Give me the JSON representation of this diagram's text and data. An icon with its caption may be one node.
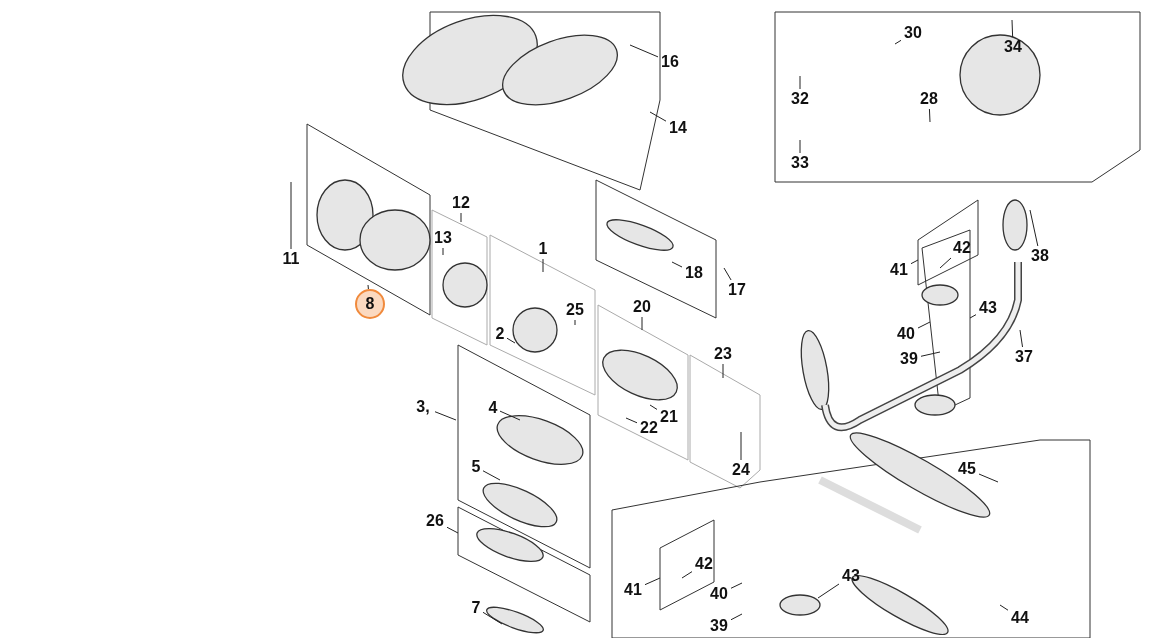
{
  "diagram": {
    "nodes": [
      {
        "text": [
          "16"
        ]
      },
      {
        "text": [
          "14"
        ]
      },
      {
        "text": [
          "30"
        ]
      },
      {
        "text": [
          "34"
        ]
      },
      {
        "text": [
          "32"
        ]
      },
      {
        "text": [
          "28"
        ]
      },
      {
        "text": [
          "33"
        ]
      },
      {
        "text": [
          "12"
        ]
      },
      {
        "text": [
          "11"
        ]
      },
      {
        "text": [
          "13"
        ]
      },
      {
        "text": [
          "1"
        ]
      },
      {
        "text": [
          "38"
        ]
      },
      {
        "text": [
          "41"
        ]
      },
      {
        "text": [
          "42"
        ]
      },
      {
        "text": [
          "18"
        ]
      },
      {
        "text": [
          "17"
        ]
      },
      {
        "text": [
          "8"
        ]
      },
      {
        "text": [
          "43"
        ]
      },
      {
        "text": [
          "20"
        ]
      },
      {
        "text": [
          "25"
        ]
      },
      {
        "text": [
          "2"
        ]
      },
      {
        "text": [
          "40"
        ]
      },
      {
        "text": [
          "39"
        ]
      },
      {
        "text": [
          "37"
        ]
      },
      {
        "text": [
          "23"
        ]
      },
      {
        "text": [
          "3,"
        ]
      },
      {
        "text": [
          "4"
        ]
      },
      {
        "text": [
          "21"
        ]
      },
      {
        "text": [
          "22"
        ]
      },
      {
        "text": [
          "24"
        ]
      },
      {
        "text": [
          "45"
        ]
      },
      {
        "text": [
          "5"
        ]
      },
      {
        "text": [
          "26"
        ]
      },
      {
        "text": [
          "42"
        ]
      },
      {
        "text": [
          "43"
        ]
      },
      {
        "text": [
          "41"
        ]
      },
      {
        "text": [
          "40"
        ]
      },
      {
        "text": [
          "44"
        ]
      },
      {
        "text": [
          "7"
        ]
      },
      {
        "text": [
          "39"
        ]
      }
    ],
    "edges": [
      {
        "from": 0,
        "to": null,
        "arrow": "none"
      },
      {
        "from": 1,
        "to": null,
        "arrow": "none"
      },
      {
        "from": 2,
        "to": null,
        "arrow": "none"
      },
      {
        "from": 3,
        "to": null,
        "arrow": "none"
      },
      {
        "from": 4,
        "to": null,
        "arrow": "none"
      },
      {
        "from": 5,
        "to": null,
        "arrow": "none"
      },
      {
        "from": 6,
        "to": null,
        "arrow": "none"
      },
      {
        "from": 7,
        "to": null,
        "arrow": "none"
      },
      {
        "from": 8,
        "to": null,
        "arrow": "none"
      },
      {
        "from": 9,
        "to": null,
        "arrow": "none"
      },
      {
        "from": 10,
        "to": null,
        "arrow": "none"
      },
      {
        "from": 11,
        "to": null,
        "arrow": "none"
      },
      {
        "from": 12,
        "to": null,
        "arrow": "none"
      },
      {
        "from": 13,
        "to": null,
        "arrow": "none"
      },
      {
        "from": 14,
        "to": null,
        "arrow": "none"
      },
      {
        "from": 15,
        "to": null,
        "arrow": "none"
      },
      {
        "from": 16,
        "to": null,
        "arrow": "none"
      },
      {
        "from": 17,
        "to": null,
        "arrow": "none"
      },
      {
        "from": 18,
        "to": null,
        "arrow": "none"
      },
      {
        "from": 19,
        "to": null,
        "arrow": "none"
      },
      {
        "from": 20,
        "to": null,
        "arrow": "none"
      },
      {
        "from": 21,
        "to": null,
        "arrow": "none"
      },
      {
        "from": 22,
        "to": null,
        "arrow": "none"
      },
      {
        "from": 23,
        "to": null,
        "arrow": "none"
      },
      {
        "from": 24,
        "to": null,
        "arrow": "none"
      },
      {
        "from": 25,
        "to": null,
        "arrow": "none"
      },
      {
        "from": 26,
        "to": null,
        "arrow": "none"
      },
      {
        "from": 27,
        "to": null,
        "arrow": "none"
      },
      {
        "from": 28,
        "to": null,
        "arrow": "none"
      },
      {
        "from": 29,
        "to": null,
        "arrow": "none"
      },
      {
        "from": 30,
        "to": null,
        "arrow": "none"
      },
      {
        "from": 31,
        "to": null,
        "arrow": "none"
      },
      {
        "from": 32,
        "to": null,
        "arrow": "none"
      },
      {
        "from": 33,
        "to": null,
        "arrow": "none"
      },
      {
        "from": 34,
        "to": null,
        "arrow": "none"
      },
      {
        "from": 35,
        "to": null,
        "arrow": "none"
      },
      {
        "from": 36,
        "to": null,
        "arrow": "none"
      },
      {
        "from": 37,
        "to": null,
        "arrow": "none"
      },
      {
        "from": 38,
        "to": null,
        "arrow": "none"
      },
      {
        "from": 39,
        "to": null,
        "arrow": "none"
      }
    ]
  }
}
